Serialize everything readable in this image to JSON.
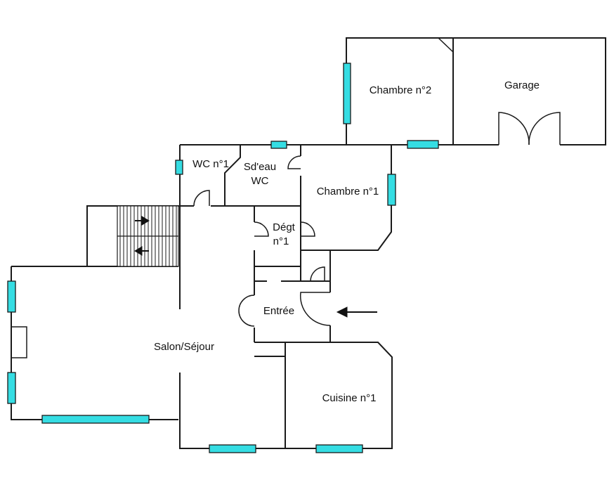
{
  "rooms": {
    "chambre2": "Chambre n°2",
    "garage": "Garage",
    "wc1": "WC n°1",
    "sdeau_line1": "Sd'eau",
    "sdeau_line2": "WC",
    "chambre1": "Chambre n°1",
    "degt_line1": "Dégt",
    "degt_line2": "n°1",
    "entree": "Entrée",
    "salon": "Salon/Séjour",
    "cuisine": "Cuisine n°1"
  },
  "colors": {
    "window": "#35dde3",
    "wall": "#1a1a1a"
  },
  "icons": {
    "entrance": "arrow-left-icon",
    "stairs_up": "arrow-right-icon",
    "stairs_down": "arrow-left-icon"
  }
}
